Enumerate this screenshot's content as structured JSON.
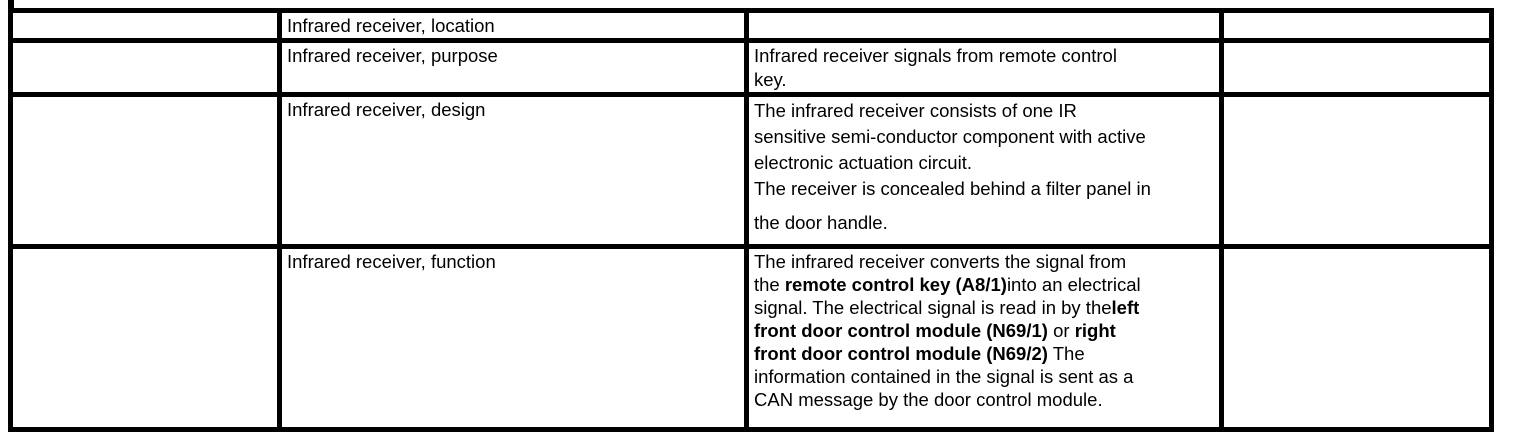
{
  "colors": {
    "background": "#ffffff",
    "border": "#000000",
    "text": "#000000"
  },
  "table": {
    "rows": [
      {
        "topic": "Infrared receiver, location",
        "description": []
      },
      {
        "topic": "Infrared receiver, purpose",
        "description": [
          {
            "runs": [
              {
                "t": "Infrared receiver signals from remote control"
              }
            ]
          },
          {
            "runs": [
              {
                "t": "key."
              }
            ]
          }
        ]
      },
      {
        "topic": "Infrared receiver, design",
        "description": [
          {
            "runs": [
              {
                "t": "The infrared receiver consists of one IR"
              }
            ]
          },
          {
            "runs": [
              {
                "t": "sensitive semi-conductor component with active"
              }
            ]
          },
          {
            "runs": [
              {
                "t": "electronic actuation circuit."
              }
            ]
          },
          {
            "runs": [
              {
                "t": "The receiver is concealed behind a filter panel in"
              }
            ]
          },
          {
            "gap": true,
            "runs": [
              {
                "t": "the door handle."
              }
            ]
          }
        ]
      },
      {
        "topic": "Infrared receiver, function",
        "description": [
          {
            "runs": [
              {
                "t": "The infrared receiver converts the signal from"
              }
            ]
          },
          {
            "runs": [
              {
                "t": "the "
              },
              {
                "t": "remote control key (A8/1)",
                "b": true
              },
              {
                "t": "into an electrical"
              }
            ]
          },
          {
            "runs": [
              {
                "t": "signal. The electrical signal is read in by the"
              },
              {
                "t": "left",
                "b": true
              }
            ]
          },
          {
            "runs": [
              {
                "t": "front door control module (N69/1)",
                "b": true
              },
              {
                "t": " or "
              },
              {
                "t": "right",
                "b": true
              }
            ]
          },
          {
            "runs": [
              {
                "t": "front door control module (N69/2)",
                "b": true
              },
              {
                "t": " The"
              }
            ]
          },
          {
            "runs": [
              {
                "t": "information contained in the signal is sent as a"
              }
            ]
          },
          {
            "runs": [
              {
                "t": "CAN message by the door control module."
              }
            ]
          }
        ]
      }
    ]
  }
}
